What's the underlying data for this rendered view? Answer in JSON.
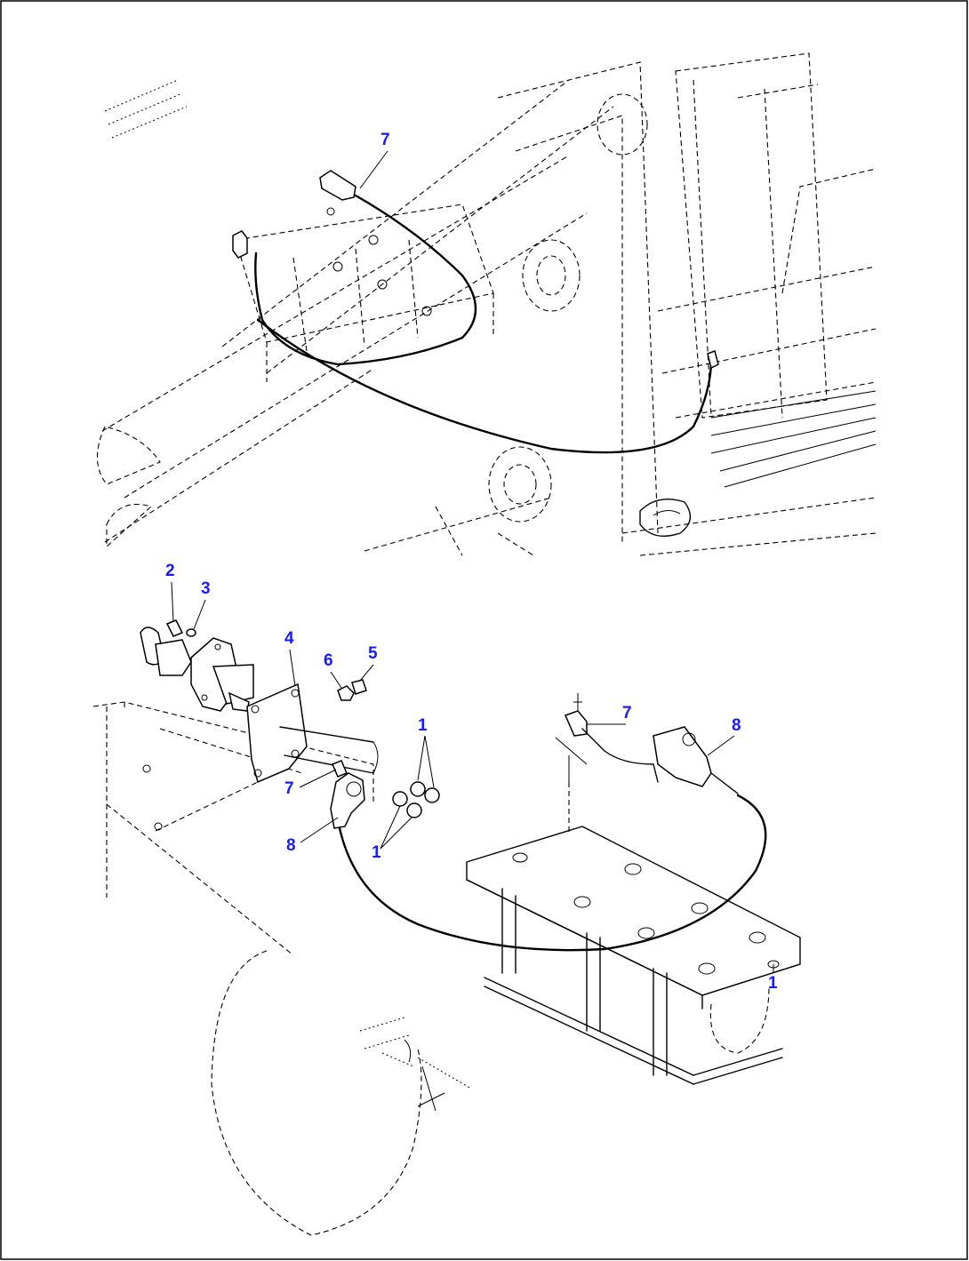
{
  "callouts": {
    "top_7": "7",
    "c2": "2",
    "c3": "3",
    "c4": "4",
    "c6": "6",
    "c5": "5",
    "c1_top": "1",
    "c7_left": "7",
    "c8_left": "8",
    "c1_bottom": "1",
    "c7_right": "7",
    "c8_right": "8",
    "c1_right": "1"
  },
  "colors": {
    "callout": "#1a1aff",
    "line": "#000000",
    "background": "#ffffff"
  }
}
